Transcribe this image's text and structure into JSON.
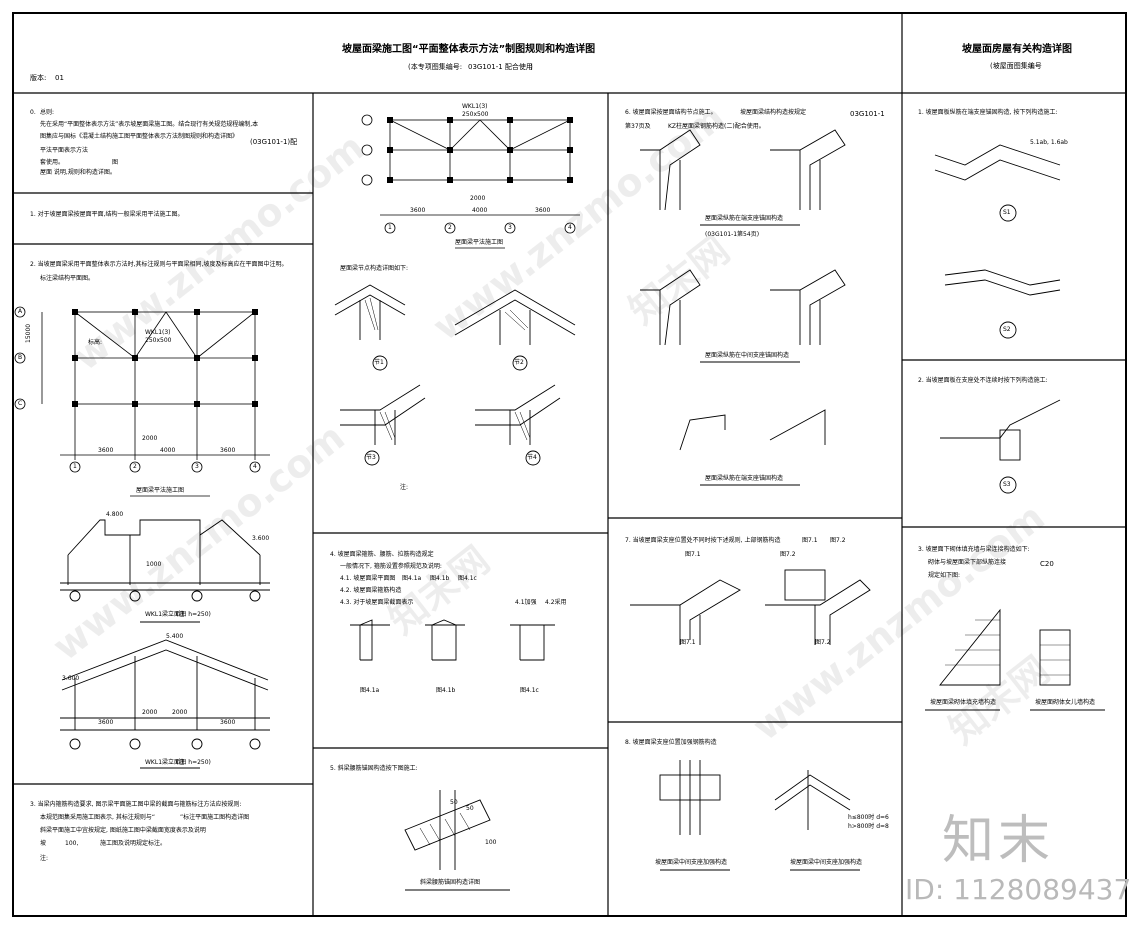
{
  "header": {
    "main_title": "坡屋面梁施工图“平面整体表示方法”制图规则和构造详图",
    "main_subtitle_prefix": "(本专项图集编号:",
    "main_subtitle_code": "03G101-1 配合使用",
    "main_subtitle_suffix": ")",
    "version_label": "版本:",
    "version_value": "01",
    "right_title": "坡屋面房屋有关构造详图",
    "right_subtitle": "(坡屋面图集编号",
    "right_subtitle_suffix": ")"
  },
  "col1": {
    "s0_num": "0.",
    "s0_title": "总则:",
    "s0_line1": "先在采用“平面整体表示方法”表示坡屋面梁施工图。结合现行有关规范规程编制,本",
    "s0_line2": "图集应与国标《混凝土结构施工图平面整体表示方法制图规则和构造详图》",
    "s0_code": "(03G101-1)配",
    "s0_line3": "平法平面表示方法",
    "s0_line4": "套使用。",
    "s0_line5": "图 ",
    "s0_line6": "屋面 说明,规则和构造详图。",
    "s1": "1. 对于坡屋面梁按屋面平面,结构一般梁采用平法施工图。",
    "s2": "2. 当坡屋面梁采用平面整体表示方法时,其标注规则与平面梁相同,坡度及标高应在平面图中注明。",
    "s2_note": "标注梁结构平面图。",
    "plan_dim_total": "15000",
    "plan_dims": [
      "3600",
      "4000",
      "3600"
    ],
    "plan_mid": "2000",
    "plan_axes": [
      "1",
      "2",
      "3",
      "4"
    ],
    "plan_rows": [
      "A",
      "B",
      "C"
    ],
    "plan_label_a": "WKL1(3)",
    "plan_label_b": "250x500",
    "plan_elev": "标高:",
    "plan_caption": "屋面梁平法施工图",
    "elev1_caption": "WKL1梁立面图",
    "elev1_note": "(注: h=250)",
    "elev1_top": "4.800",
    "elev1_side": "3.600",
    "elev1_mid": "1000",
    "elev2_caption": "WKL1梁立面图",
    "elev2_note": "(注: h=250)",
    "elev2_top": "5.400",
    "elev2_side": "3.600",
    "elev2_dims": [
      "3600",
      "2000",
      "2000",
      "3600"
    ],
    "s3_line1": "3. 当梁内箍筋构造要求, 图示梁平面施工图中梁的截面与箍筋标注方法应按规则:",
    "s3_line2": "本规范图集采用施工图表示, 其标注规则与“",
    "s3_line3": "”标注平面施工图构造详图",
    "s3_line4": "斜梁平面施工中宜按规定, 图纸施工图中梁截面宽度表示及说明",
    "s3_line5": "坡",
    "s3_line6": "100,",
    "s3_line7": "施工图及说明规定标注。",
    "s3_line8": "注:"
  },
  "col2": {
    "top_dims": [
      "3600",
      "4000",
      "3600"
    ],
    "top_mid": "2000",
    "top_axes": [
      "1",
      "2",
      "3",
      "4"
    ],
    "top_label": "WKL1(3)",
    "top_sect": "250x500",
    "top_caption": "屋面梁平法施工图",
    "det_intro": "屋面梁节点构造详图如下:",
    "det_labels": [
      "节1",
      "节2",
      "节3",
      "节4"
    ],
    "det_note": "注:",
    "s4_title": "4. 坡屋面梁箍筋、腰筋、拉筋构造规定",
    "s4_l1": "一般情况下, 箍筋设置参照规范及说明:",
    "s4_l2": "4.1. 坡屋面梁平面图",
    "s4_l2b": "图4.1a",
    "s4_l2c": "图4.1b",
    "s4_l2d": "图4.1c",
    "s4_l3": "4.2. 坡屋面梁箍筋构造",
    "s4_l4": "4.3. 对于坡屋面梁截面表示",
    "s4_l4b": "4.1加强",
    "s4_l4c": "4.2采用",
    "s4_figs": [
      "图4.1a",
      "图4.1b",
      "图4.1c"
    ],
    "s5_title": "5. 斜梁腰筋锚固构造按下图施工:",
    "s5_caption": "斜梁腰筋锚固构造详图",
    "s5_dims": [
      "50",
      "50",
      "100"
    ]
  },
  "col3": {
    "s6_l1": "6. 坡屋面梁按屋面结构节点施工。",
    "s6_l1b": "坡屋面梁结构构造按规定",
    "s6_code": "03G101-1",
    "s6_l2": "第37页及",
    "s6_l2b": "KZ柱屋面梁钢筋构造(二)配合使用。",
    "fig_a": "屋面梁纵筋在端支座锚固构造",
    "fig_b": "屋面梁纵筋在中间支座锚固构造",
    "fig_c": "屋面梁纵筋在端支座锚固构造",
    "note_a": "(03G101-1第54页)",
    "s7_l1": "7. 当坡屋面梁支座位置处不同时按下述规则, 上部钢筋构造",
    "s7_l1b": "图7.1",
    "s7_l1c": "图7.2",
    "s7_l2": "图7.1",
    "s7_l2b": "图7.2",
    "s7_figs": [
      "图7.1",
      "图7.2"
    ],
    "s8_title": "8. 坡屋面梁支座位置加强钢筋构造",
    "s8_caption_a": "坡屋面梁中间支座加强构造",
    "s8_caption_b": "坡屋面梁中间支座加强构造",
    "s8_notes": [
      "h≤800时 d=6",
      "h>800时 d=8"
    ]
  },
  "col4": {
    "s1": "1. 坡屋面板纵筋在端支座锚固构造, 按下列构造施工:",
    "s1_fig_a": "S1",
    "s1_fig_b": "S2",
    "s1_dim": "5.1ab, 1.6ab",
    "s2": "2. 当坡屋面板在支座处不连续时按下列构造施工:",
    "s2_fig": "S3",
    "s3": "3. 坡屋面下砌体填充墙与梁连接构造如下:",
    "s3_line2": "砌体与坡屋面梁下部纵筋连接",
    "s3_code": "C20",
    "s3_line3": "规定如下图:",
    "cap_a": "坡屋面梁砌体填充墙构造",
    "cap_b": "坡屋面砌体女儿墙构造"
  },
  "watermark": {
    "site": "www.znzmo.com",
    "brand": "知末网",
    "logo": "知末",
    "id": "ID: 1128089437"
  }
}
